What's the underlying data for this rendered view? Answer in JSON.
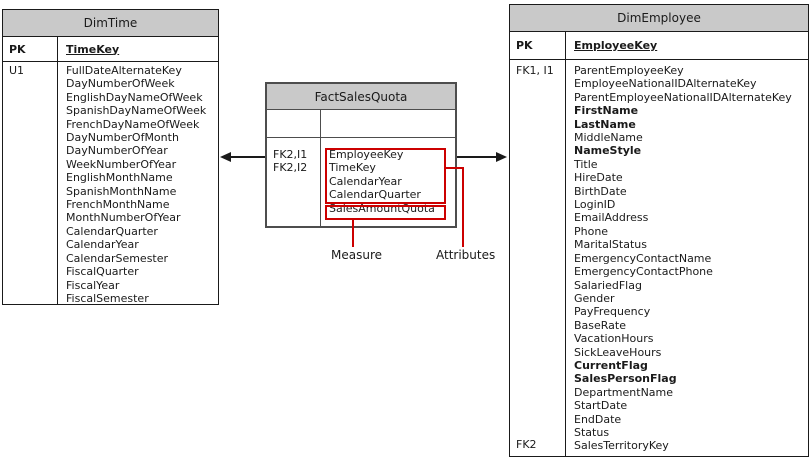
{
  "colors": {
    "highlight": "#cc0000",
    "header_fill": "#c9c9c9",
    "border": "#1a1a1a"
  },
  "dim_time": {
    "title": "DimTime",
    "pk": {
      "label": "PK",
      "field": "TimeKey"
    },
    "unique_key_label": "U1",
    "columns": [
      "FullDateAlternateKey",
      "DayNumberOfWeek",
      "EnglishDayNameOfWeek",
      "SpanishDayNameOfWeek",
      "FrenchDayNameOfWeek",
      "DayNumberOfMonth",
      "DayNumberOfYear",
      "WeekNumberOfYear",
      "EnglishMonthName",
      "SpanishMonthName",
      "FrenchMonthName",
      "MonthNumberOfYear",
      "CalendarQuarter",
      "CalendarYear",
      "CalendarSemester",
      "FiscalQuarter",
      "FiscalYear",
      "FiscalSemester"
    ]
  },
  "fact_sales_quota": {
    "title": "FactSalesQuota",
    "foreign_key_labels": [
      "FK2,I1",
      "FK2,I2"
    ],
    "attribute_columns": [
      "EmployeeKey",
      "TimeKey",
      "CalendarYear",
      "CalendarQuarter"
    ],
    "measure_column": "SalesAmountQuota"
  },
  "dim_employee": {
    "title": "DimEmployee",
    "pk": {
      "label": "PK",
      "field": "EmployeeKey"
    },
    "fk_top_label": "FK1, I1",
    "fk_bottom_label": "FK2",
    "columns": [
      {
        "name": "ParentEmployeeKey",
        "bold": false
      },
      {
        "name": "EmployeeNationalIDAlternateKey",
        "bold": false
      },
      {
        "name": "ParentEmployeeNationalIDAlternateKey",
        "bold": false
      },
      {
        "name": "FirstName",
        "bold": true
      },
      {
        "name": "LastName",
        "bold": true
      },
      {
        "name": "MiddleName",
        "bold": false
      },
      {
        "name": "NameStyle",
        "bold": true
      },
      {
        "name": "Title",
        "bold": false
      },
      {
        "name": "HireDate",
        "bold": false
      },
      {
        "name": "BirthDate",
        "bold": false
      },
      {
        "name": "LoginID",
        "bold": false
      },
      {
        "name": "EmailAddress",
        "bold": false
      },
      {
        "name": "Phone",
        "bold": false
      },
      {
        "name": "MaritalStatus",
        "bold": false
      },
      {
        "name": "EmergencyContactName",
        "bold": false
      },
      {
        "name": "EmergencyContactPhone",
        "bold": false
      },
      {
        "name": "SalariedFlag",
        "bold": false
      },
      {
        "name": "Gender",
        "bold": false
      },
      {
        "name": "PayFrequency",
        "bold": false
      },
      {
        "name": "BaseRate",
        "bold": false
      },
      {
        "name": "VacationHours",
        "bold": false
      },
      {
        "name": "SickLeaveHours",
        "bold": false
      },
      {
        "name": "CurrentFlag",
        "bold": true
      },
      {
        "name": "SalesPersonFlag",
        "bold": true
      },
      {
        "name": "DepartmentName",
        "bold": false
      },
      {
        "name": "StartDate",
        "bold": false
      },
      {
        "name": "EndDate",
        "bold": false
      },
      {
        "name": "Status",
        "bold": false
      },
      {
        "name": "SalesTerritoryKey",
        "bold": false
      }
    ]
  },
  "callouts": {
    "measure": "Measure",
    "attributes": "Attributes"
  }
}
